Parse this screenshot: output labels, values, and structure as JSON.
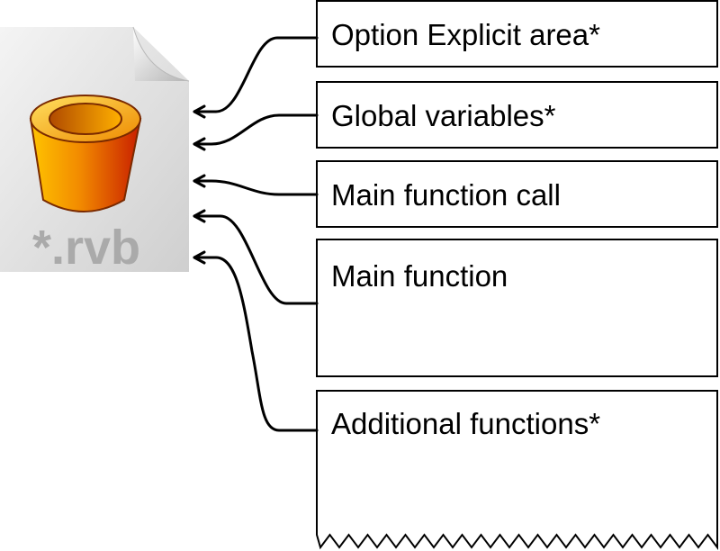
{
  "file_icon": {
    "icon": "rvb-script-file-icon",
    "extension": "*.rvb"
  },
  "sections": [
    {
      "id": "option-explicit",
      "label": "Option Explicit area*"
    },
    {
      "id": "global-variables",
      "label": "Global variables*"
    },
    {
      "id": "main-function-call",
      "label": "Main function call"
    },
    {
      "id": "main-function",
      "label": "Main function"
    },
    {
      "id": "additional-functions",
      "label": "Additional functions*"
    }
  ],
  "colors": {
    "outline": "#000000",
    "file_page_light": "#f4f4f4",
    "file_page_dark": "#c8c8c8",
    "cylinder_light": "#ffcc00",
    "cylinder_dark": "#cc2200",
    "extension_text": "#aaaaaa"
  }
}
